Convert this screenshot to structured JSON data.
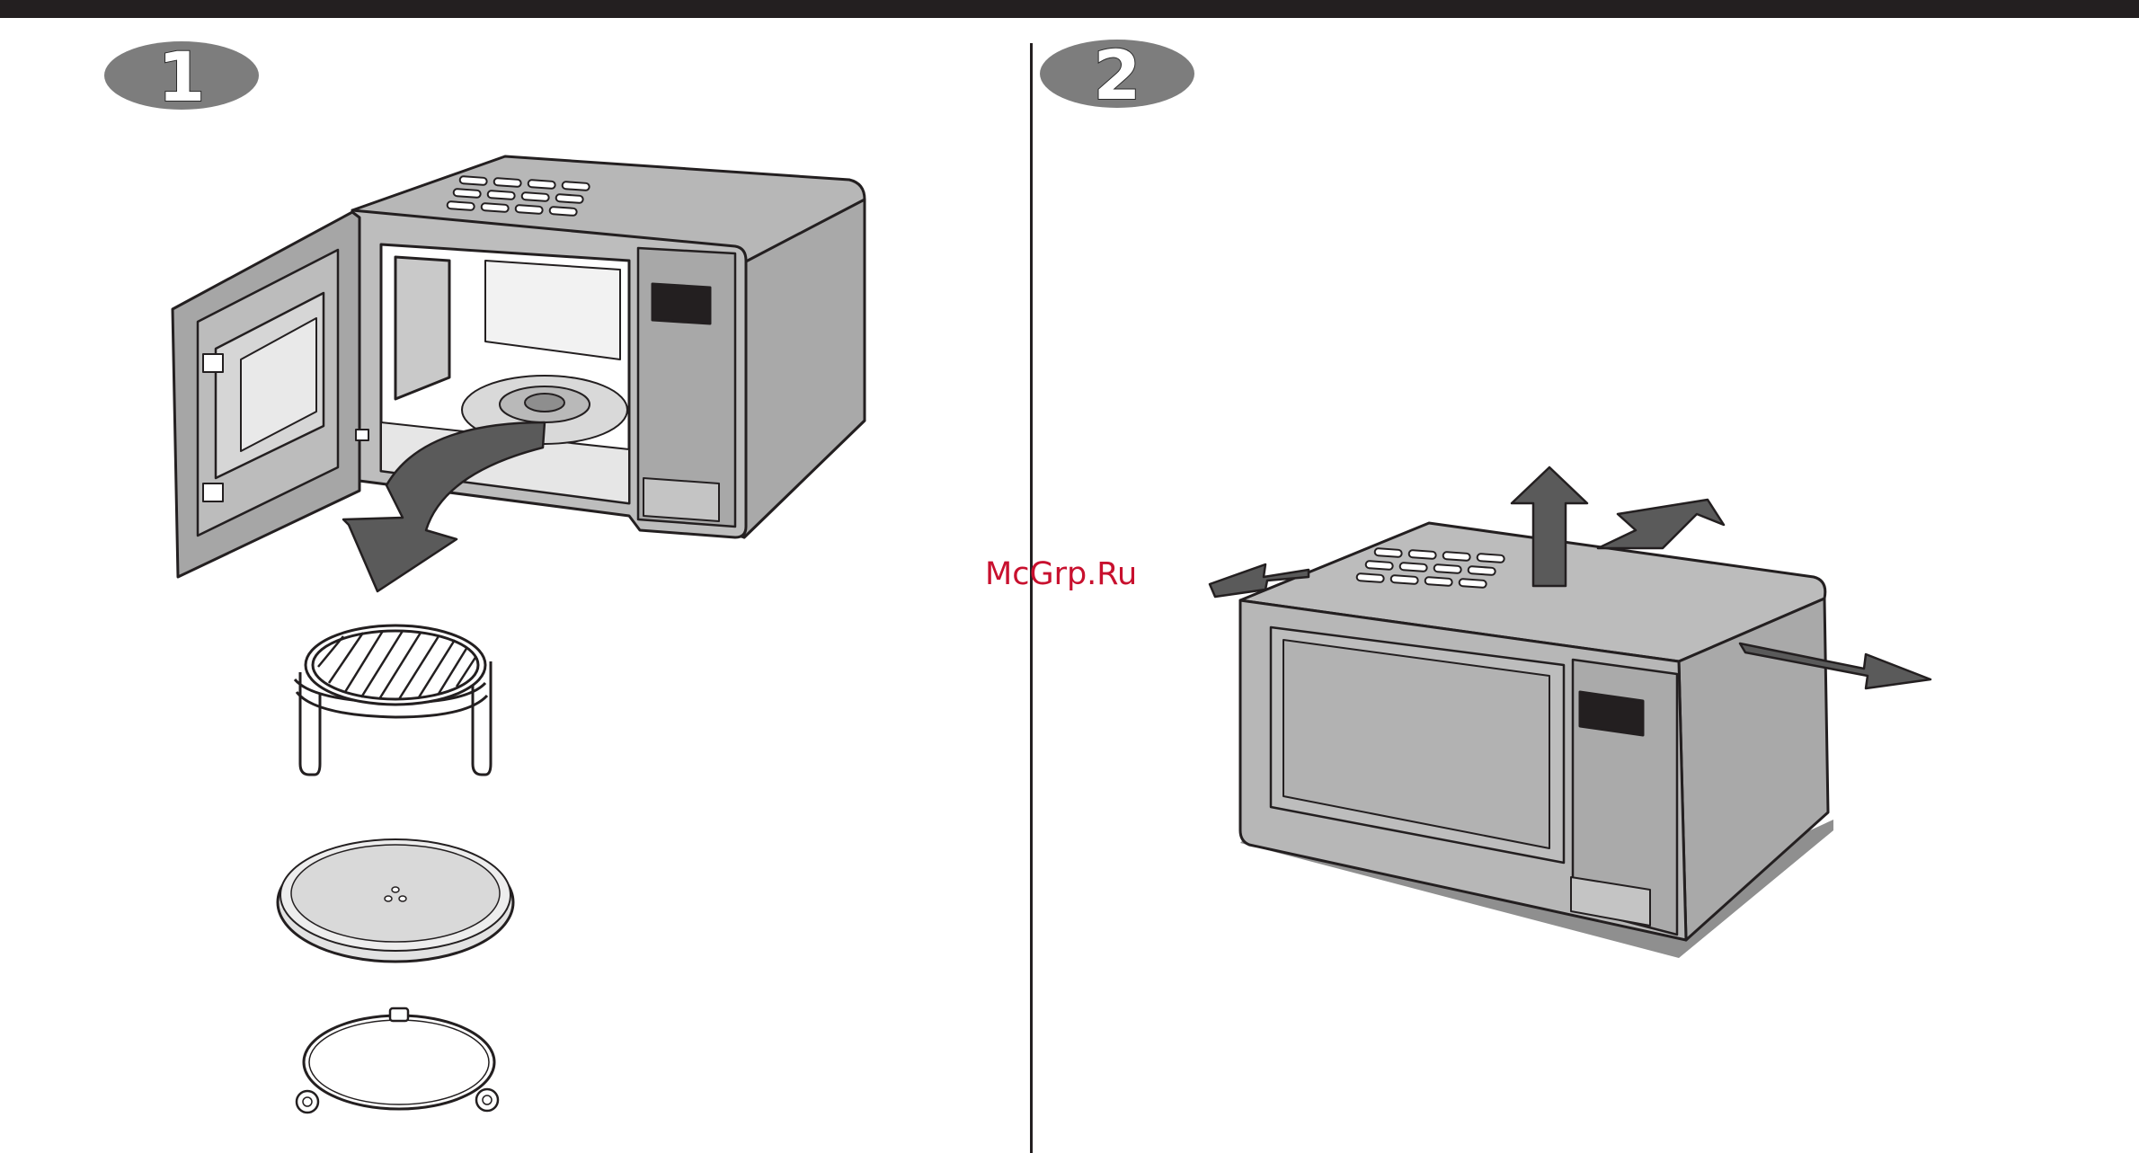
{
  "steps": [
    {
      "number": "1"
    },
    {
      "number": "2"
    }
  ],
  "watermark": "McGrp.Ru",
  "colors": {
    "appliance_body": "#b7b7b7",
    "appliance_dark": "#8e8e8e",
    "outline": "#231f20",
    "arrow": "#5a5a5a",
    "step_badge": "#7d7d7d",
    "watermark": "#c8102e"
  },
  "icons": {
    "step1_microwave": "open-microwave-icon",
    "step1_rack": "grill-rack-icon",
    "step1_tray": "glass-turntable-icon",
    "step1_ring": "roller-ring-icon",
    "step2_microwave": "closed-microwave-icon",
    "step2_arrows": "clearance-arrows-icon"
  }
}
